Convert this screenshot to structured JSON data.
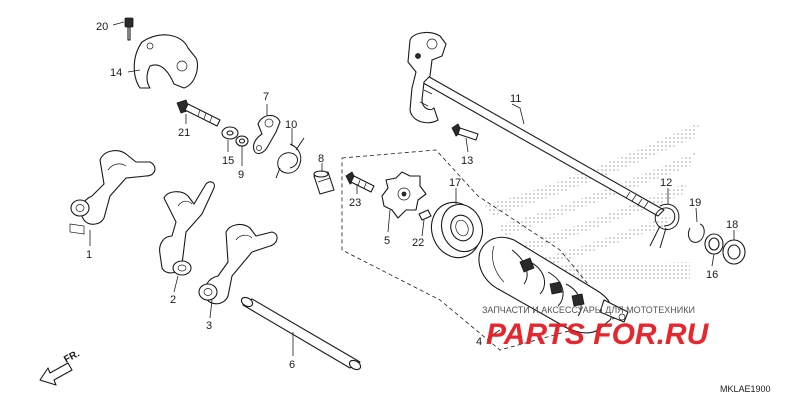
{
  "diagram": {
    "code": "MKLAE1900",
    "fr_label": "FR.",
    "callouts": {
      "c1": "1",
      "c2": "2",
      "c3": "3",
      "c4": "4",
      "c5": "5",
      "c6": "6",
      "c7": "7",
      "c8": "8",
      "c9": "9",
      "c10": "10",
      "c11": "11",
      "c12": "12",
      "c13": "13",
      "c14": "14",
      "c15": "15",
      "c16": "16",
      "c17": "17",
      "c18": "18",
      "c19": "19",
      "c20": "20",
      "c21": "21",
      "c22": "22",
      "c23": "23"
    }
  },
  "watermark": {
    "brand": "PARTS FOR.RU",
    "tagline": "ЗАПЧАСТИ И АКСЕССУАРЫ ДЛЯ МОТОТЕХНИКИ"
  },
  "logo": {
    "icon": "honda-wing-icon"
  },
  "colors": {
    "watermark_red": "#e6171f",
    "line": "#1a1a1a"
  }
}
